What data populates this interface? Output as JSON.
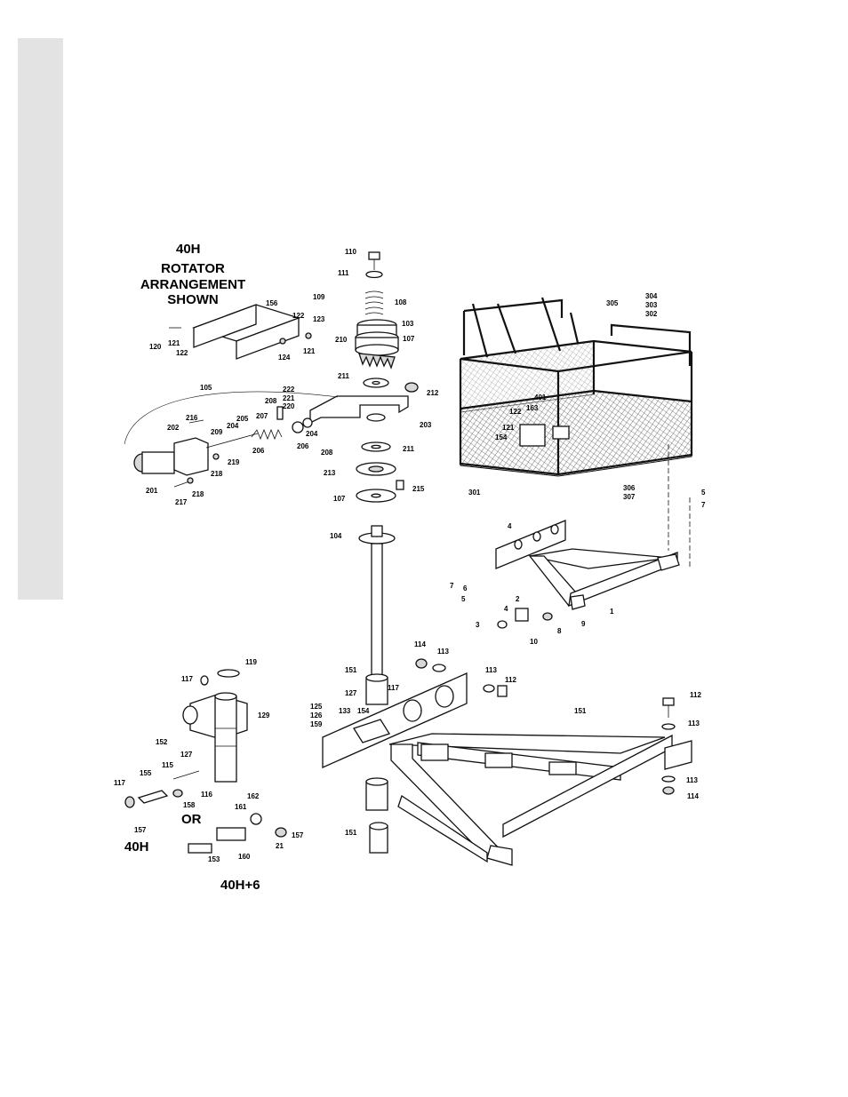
{
  "headings": {
    "model_top": "40H",
    "arrangement_line1": "ROTATOR",
    "arrangement_line2": "ARRANGEMENT",
    "arrangement_line3": "SHOWN",
    "model_bottom_left": "40H",
    "or_label": "OR",
    "model_bottom": "40H+6"
  },
  "callouts": [
    "110",
    "111",
    "109",
    "108",
    "103",
    "210",
    "107",
    "156",
    "122",
    "123",
    "120",
    "121",
    "122",
    "124",
    "121",
    "211",
    "212",
    "105",
    "222",
    "221",
    "220",
    "208",
    "216",
    "207",
    "205",
    "204",
    "202",
    "209",
    "204",
    "206",
    "206",
    "203",
    "219",
    "218",
    "201",
    "217",
    "218",
    "208",
    "211",
    "213",
    "215",
    "107",
    "104",
    "305",
    "304",
    "303",
    "302",
    "401",
    "163",
    "122",
    "121",
    "154",
    "301",
    "306",
    "307",
    "5",
    "7",
    "4",
    "7",
    "6",
    "5",
    "2",
    "4",
    "3",
    "10",
    "8",
    "9",
    "1",
    "114",
    "113",
    "119",
    "117",
    "113",
    "112",
    "151",
    "127",
    "117",
    "125",
    "126",
    "159",
    "133",
    "154",
    "129",
    "152",
    "112",
    "151",
    "113",
    "127",
    "115",
    "155",
    "117",
    "116",
    "158",
    "113",
    "114",
    "162",
    "161",
    "157",
    "157",
    "21",
    "153",
    "160",
    "151"
  ]
}
